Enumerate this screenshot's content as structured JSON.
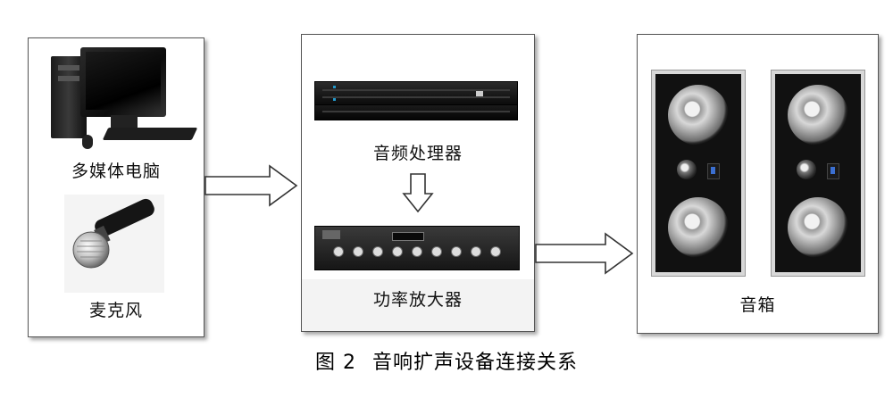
{
  "left_panel": {
    "pc_label": "多媒体电脑",
    "mic_label": "麦克风"
  },
  "mid_panel": {
    "processor_label": "音频处理器",
    "amplifier_label": "功率放大器"
  },
  "right_panel": {
    "speaker_label": "音箱"
  },
  "caption": {
    "prefix": "图",
    "number": "2",
    "text": "音响扩声设备连接关系"
  },
  "icons": [
    "desktop-pc-icon",
    "microphone-icon",
    "audio-processor-icon",
    "power-amplifier-icon",
    "speaker-icon"
  ]
}
